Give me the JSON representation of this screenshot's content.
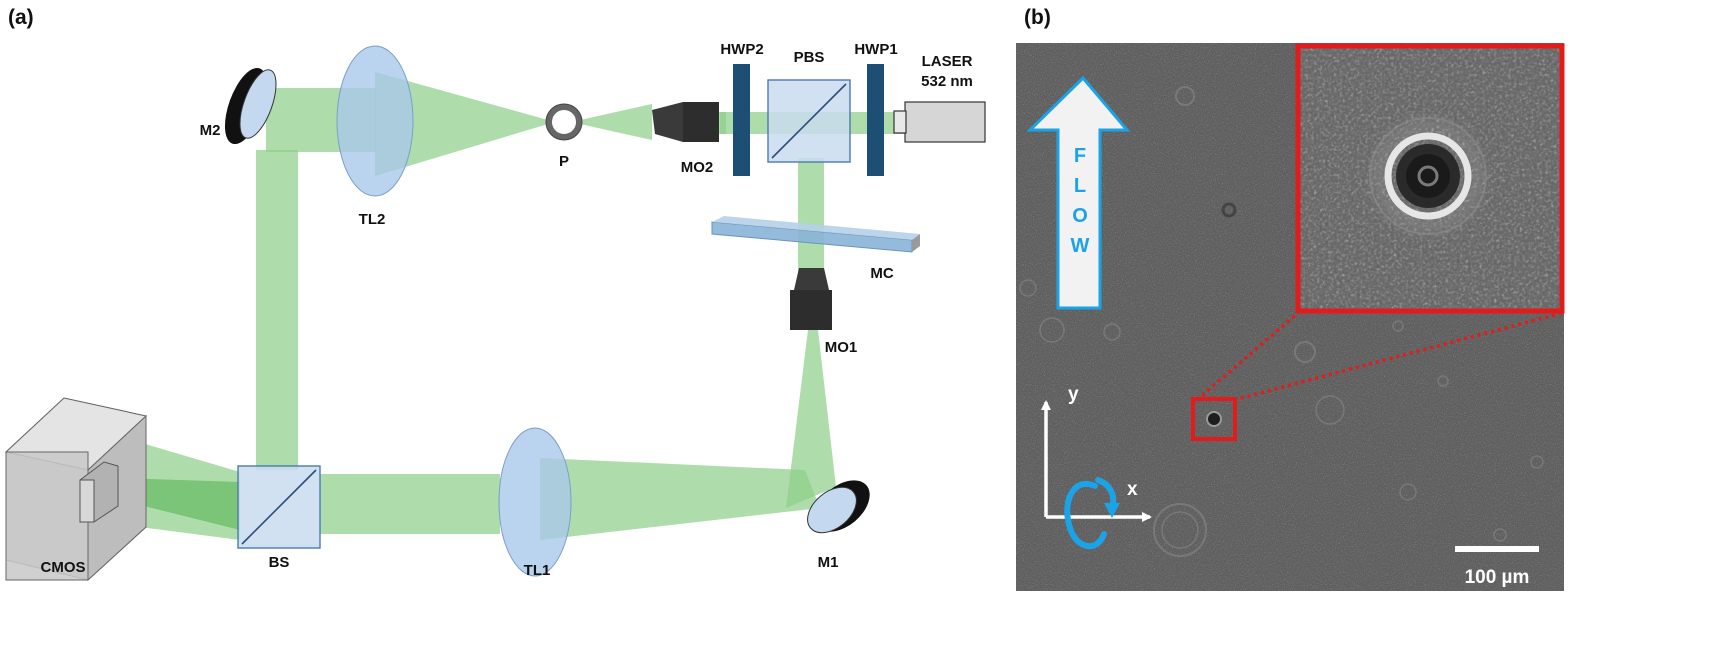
{
  "panel_a": {
    "label": "(a)",
    "components": {
      "laser": "LASER",
      "laser_wavelength": "532 nm",
      "hwp1": "HWP1",
      "pbs": "PBS",
      "hwp2": "HWP2",
      "mo2": "MO2",
      "pinhole": "P",
      "tl2": "TL2",
      "m2": "M2",
      "mc": "MC",
      "mo1": "MO1",
      "m1": "M1",
      "tl1": "TL1",
      "bs": "BS",
      "cmos": "CMOS"
    }
  },
  "panel_b": {
    "label": "(b)",
    "flow_letters": [
      "F",
      "L",
      "O",
      "W"
    ],
    "axis_y": "y",
    "axis_x": "x",
    "scale_bar": "100 µm"
  },
  "colors": {
    "beam": "#8fd08a",
    "optic_blue": "#a9c8ea",
    "waveplate": "#1d4e74",
    "inset_red": "#e41b1b",
    "flow_text": "#1ba3e8",
    "rotation_arrow": "#1ba3e8",
    "micrograph_bg": "#606060"
  },
  "icons": [
    "flow-arrow-icon",
    "rotation-arrow-icon",
    "y-axis-arrow-icon",
    "x-axis-arrow-icon"
  ]
}
